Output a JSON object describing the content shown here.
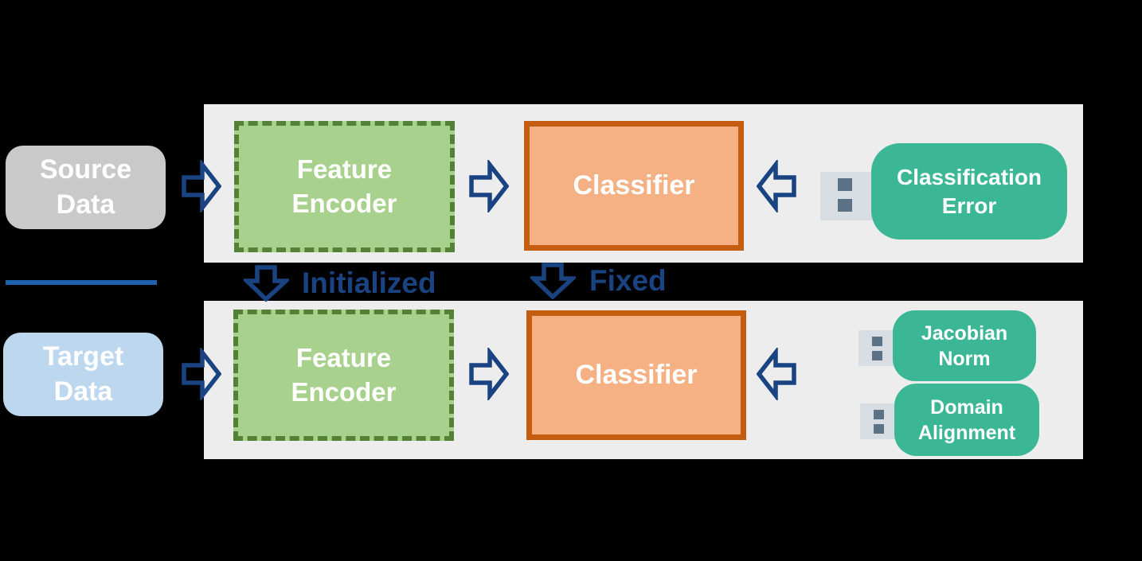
{
  "colors": {
    "background": "#000000",
    "panel_fill": "#ededed",
    "source_data_fill": "#c9c9c9",
    "target_data_fill": "#bdd7ee",
    "encoder_fill": "#a9d18e",
    "encoder_border": "#538135",
    "classifier_fill": "#f5b183",
    "classifier_border": "#c55d11",
    "loss_module_fill": "#3bb795",
    "arrow_and_label_navy": "#1a4382",
    "divider_blue": "#1e61af",
    "usb_plug_fill": "#d8dce3",
    "usb_pin_fill": "#5b7186",
    "box_label_text": "#ffffff"
  },
  "source_row": {
    "data_box": {
      "lines": [
        "Source",
        "Data"
      ]
    },
    "encoder": {
      "lines": [
        "Feature",
        "Encoder"
      ]
    },
    "classifier": {
      "label": "Classifier"
    },
    "loss_modules": [
      {
        "lines": [
          "Classification",
          "Error"
        ]
      }
    ]
  },
  "target_row": {
    "data_box": {
      "lines": [
        "Target",
        "Data"
      ]
    },
    "encoder": {
      "lines": [
        "Feature",
        "Encoder"
      ]
    },
    "classifier": {
      "label": "Classifier"
    },
    "loss_modules": [
      {
        "lines": [
          "Jacobian",
          "Norm"
        ]
      },
      {
        "lines": [
          "Domain",
          "Alignment"
        ]
      }
    ]
  },
  "annotations": {
    "encoder_transfer": "Initialized",
    "classifier_transfer": "Fixed"
  },
  "icons": {
    "right_arrow": "block-arrow-right",
    "left_arrow": "block-arrow-left",
    "down_arrow": "block-arrow-down",
    "usb_plug": "usb-plug"
  }
}
